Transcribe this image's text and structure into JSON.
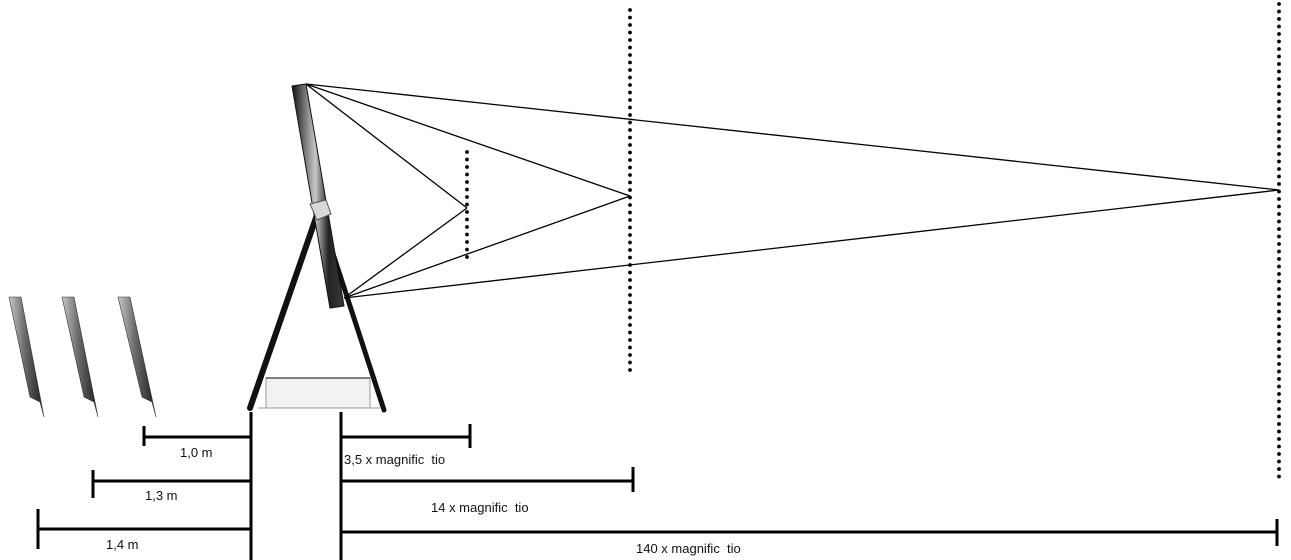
{
  "left_labels": [
    "1,0 m",
    "1,3 m",
    "1,4 m"
  ],
  "right_labels": [
    "3,5 x magnific  tio",
    "14 x magnific  tio",
    "140 x magnific  tio"
  ],
  "colors": {
    "ink": "#000000",
    "frame": "#1a1a1a",
    "panel_highlight": "#9a9a9a"
  }
}
